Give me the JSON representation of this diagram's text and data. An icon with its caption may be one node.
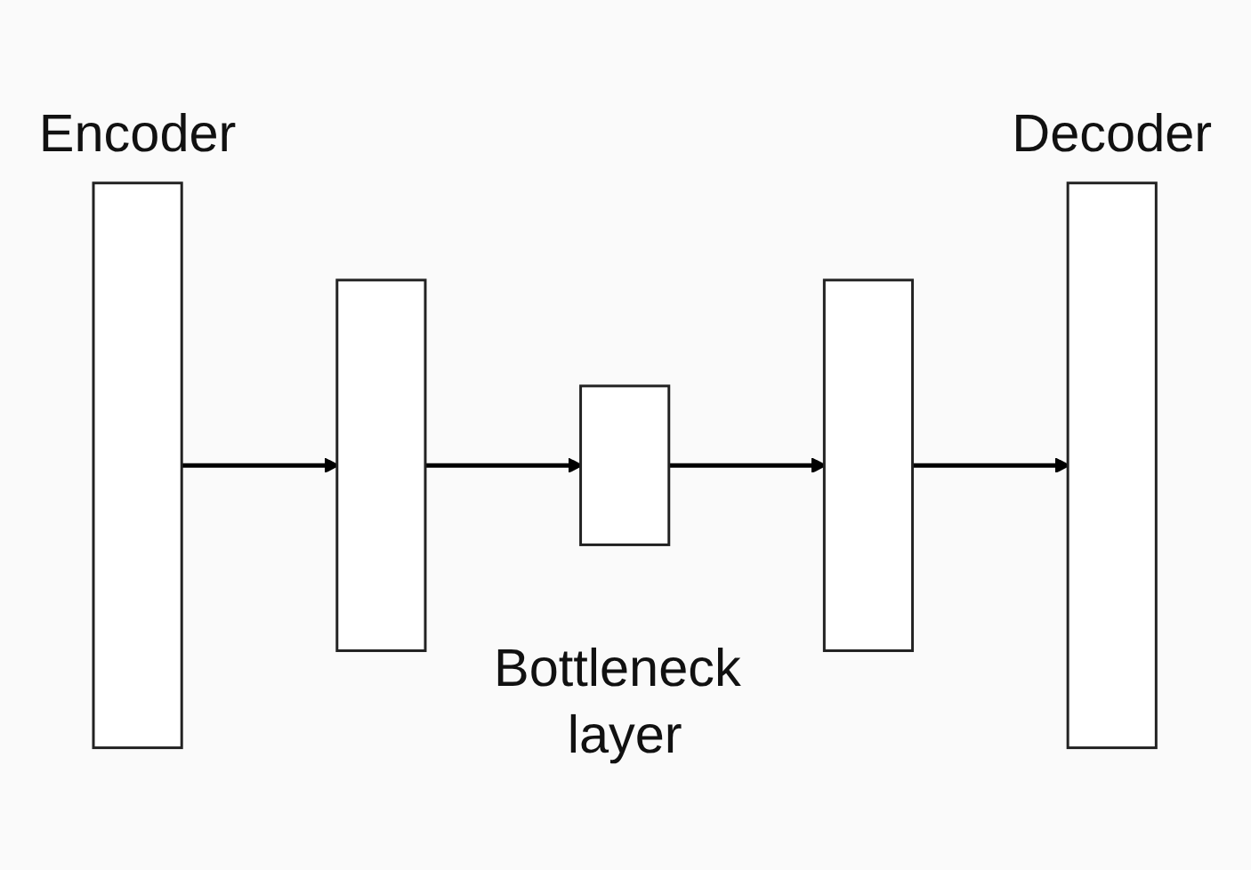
{
  "diagram": {
    "nodes": [
      {
        "text": [],
        "shape": "box",
        "beside": [
          "Encoder"
        ]
      },
      {
        "text": [],
        "shape": "box"
      },
      {
        "text": [],
        "shape": "box",
        "beside": [
          "Bottleneck layer"
        ]
      },
      {
        "text": [],
        "shape": "box"
      },
      {
        "text": [],
        "shape": "box",
        "beside": [
          "Decoder"
        ]
      }
    ],
    "edges": [
      {
        "from": 0,
        "to": 1,
        "arrow": "to"
      },
      {
        "from": 1,
        "to": 2,
        "arrow": "to"
      },
      {
        "from": 2,
        "to": 3,
        "arrow": "to"
      },
      {
        "from": 3,
        "to": 4,
        "arrow": "to"
      }
    ]
  }
}
